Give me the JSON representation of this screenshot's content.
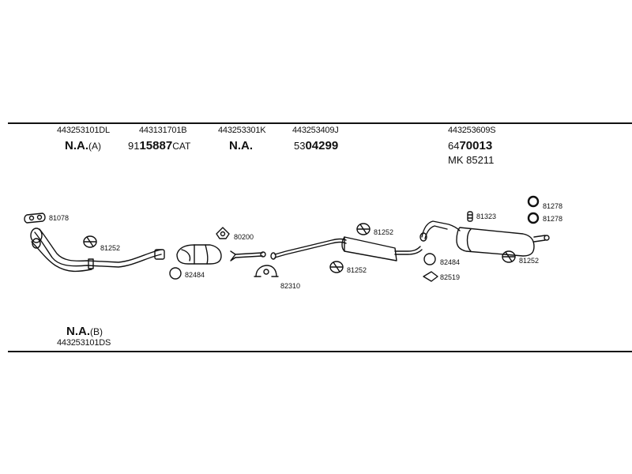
{
  "groups": [
    {
      "oe": "443253101DL",
      "prefix": "",
      "main": "N.A.",
      "suffix": "(A)"
    },
    {
      "oe": "443131701B",
      "prefix": "91",
      "main": "15887",
      "suffix": "CAT"
    },
    {
      "oe": "443253301K",
      "prefix": "",
      "main": "N.A.",
      "suffix": ""
    },
    {
      "oe": "443253409J",
      "prefix": "53",
      "main": "04299",
      "suffix": ""
    },
    {
      "oe": "443253609S",
      "prefix": "64",
      "main": "70013",
      "suffix": "",
      "extra": "MK  85211"
    }
  ],
  "bottom_group": {
    "main": "N.A.",
    "suffix": "(B)",
    "oe": "443253101DS"
  },
  "part_labels": {
    "gasket_top": "81078",
    "clamp_front": "81252",
    "ring_front": "82484",
    "gasket_80200": "80200",
    "clamp_82310": "82310",
    "clamp_mid_top": "81252",
    "clamp_mid_bottom": "81252",
    "ring_mid": "82484",
    "gasket_mid": "82519",
    "bracket_81323": "81323",
    "ring_rear_1": "81278",
    "ring_rear_2": "81278",
    "clamp_rear": "81252"
  },
  "colors": {
    "ink": "#111111",
    "background": "#ffffff"
  }
}
